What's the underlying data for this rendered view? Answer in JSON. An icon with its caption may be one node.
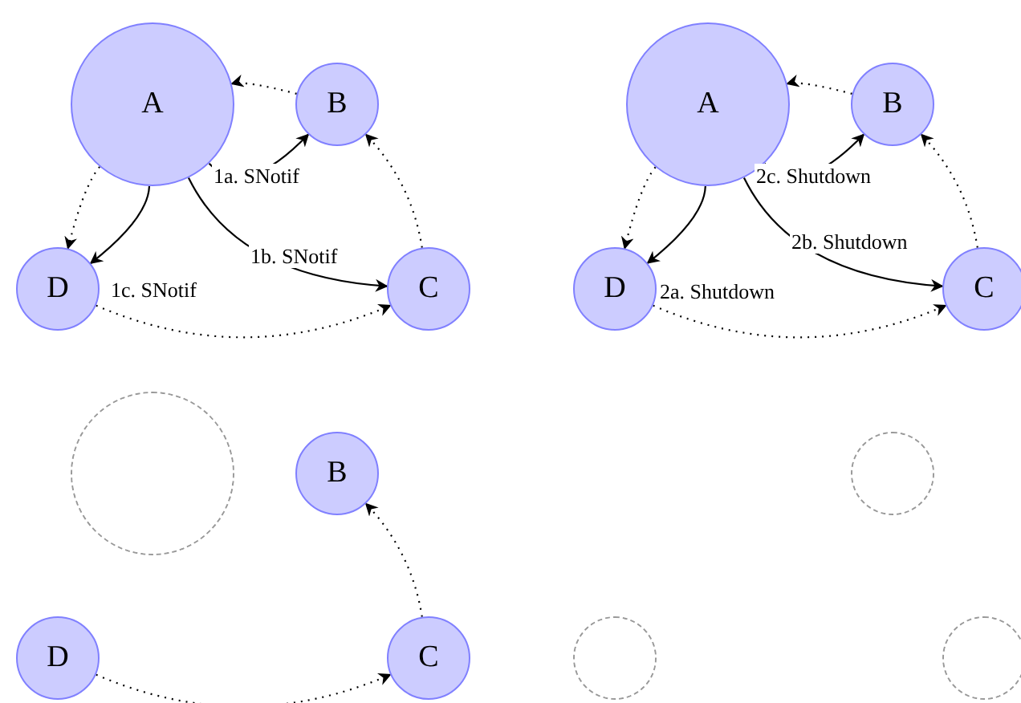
{
  "diagram": {
    "nodes": [
      {
        "text": [
          "A"
        ]
      },
      {
        "text": [
          "B"
        ]
      },
      {
        "text": [
          "D"
        ]
      },
      {
        "text": [
          "C"
        ]
      },
      {
        "text": [
          "A"
        ]
      },
      {
        "text": [
          "B"
        ]
      },
      {
        "text": [
          "D"
        ]
      },
      {
        "text": [
          "C"
        ]
      },
      {
        "text": [],
        "shape": "circle"
      },
      {
        "text": [
          "B"
        ]
      },
      {
        "text": [
          "D"
        ]
      },
      {
        "text": [
          "C"
        ]
      },
      {
        "text": [],
        "shape": "circle"
      },
      {
        "text": [],
        "shape": "circle"
      },
      {
        "text": [],
        "shape": "circle"
      }
    ],
    "edges": [
      {
        "from": 1,
        "to": 0,
        "arrow": "to",
        "style": "dashed"
      },
      {
        "from": 0,
        "to": 1,
        "arrow": "to",
        "label": "1a. SNotif"
      },
      {
        "from": 0,
        "to": 3,
        "arrow": "to",
        "label": "1b. SNotif"
      },
      {
        "from": 0,
        "to": 2,
        "arrow": "to",
        "label": "1c. SNotif"
      },
      {
        "from": 0,
        "to": 2,
        "arrow": "to",
        "style": "dashed"
      },
      {
        "from": 2,
        "to": 3,
        "arrow": "to",
        "style": "dashed"
      },
      {
        "from": 3,
        "to": 1,
        "arrow": "to",
        "style": "dashed"
      },
      {
        "from": 5,
        "to": 4,
        "arrow": "to",
        "style": "dashed"
      },
      {
        "from": 4,
        "to": 5,
        "arrow": "to",
        "label": "2c. Shutdown"
      },
      {
        "from": 4,
        "to": 7,
        "arrow": "to",
        "label": "2b. Shutdown"
      },
      {
        "from": 4,
        "to": 6,
        "arrow": "to",
        "label": "2a. Shutdown"
      },
      {
        "from": 4,
        "to": 6,
        "arrow": "to",
        "style": "dashed"
      },
      {
        "from": 6,
        "to": 7,
        "arrow": "to",
        "style": "dashed"
      },
      {
        "from": 7,
        "to": 5,
        "arrow": "to",
        "style": "dashed"
      },
      {
        "from": 10,
        "to": 11,
        "arrow": "to",
        "style": "dashed"
      },
      {
        "from": 11,
        "to": 9,
        "arrow": "to",
        "style": "dashed"
      }
    ]
  }
}
